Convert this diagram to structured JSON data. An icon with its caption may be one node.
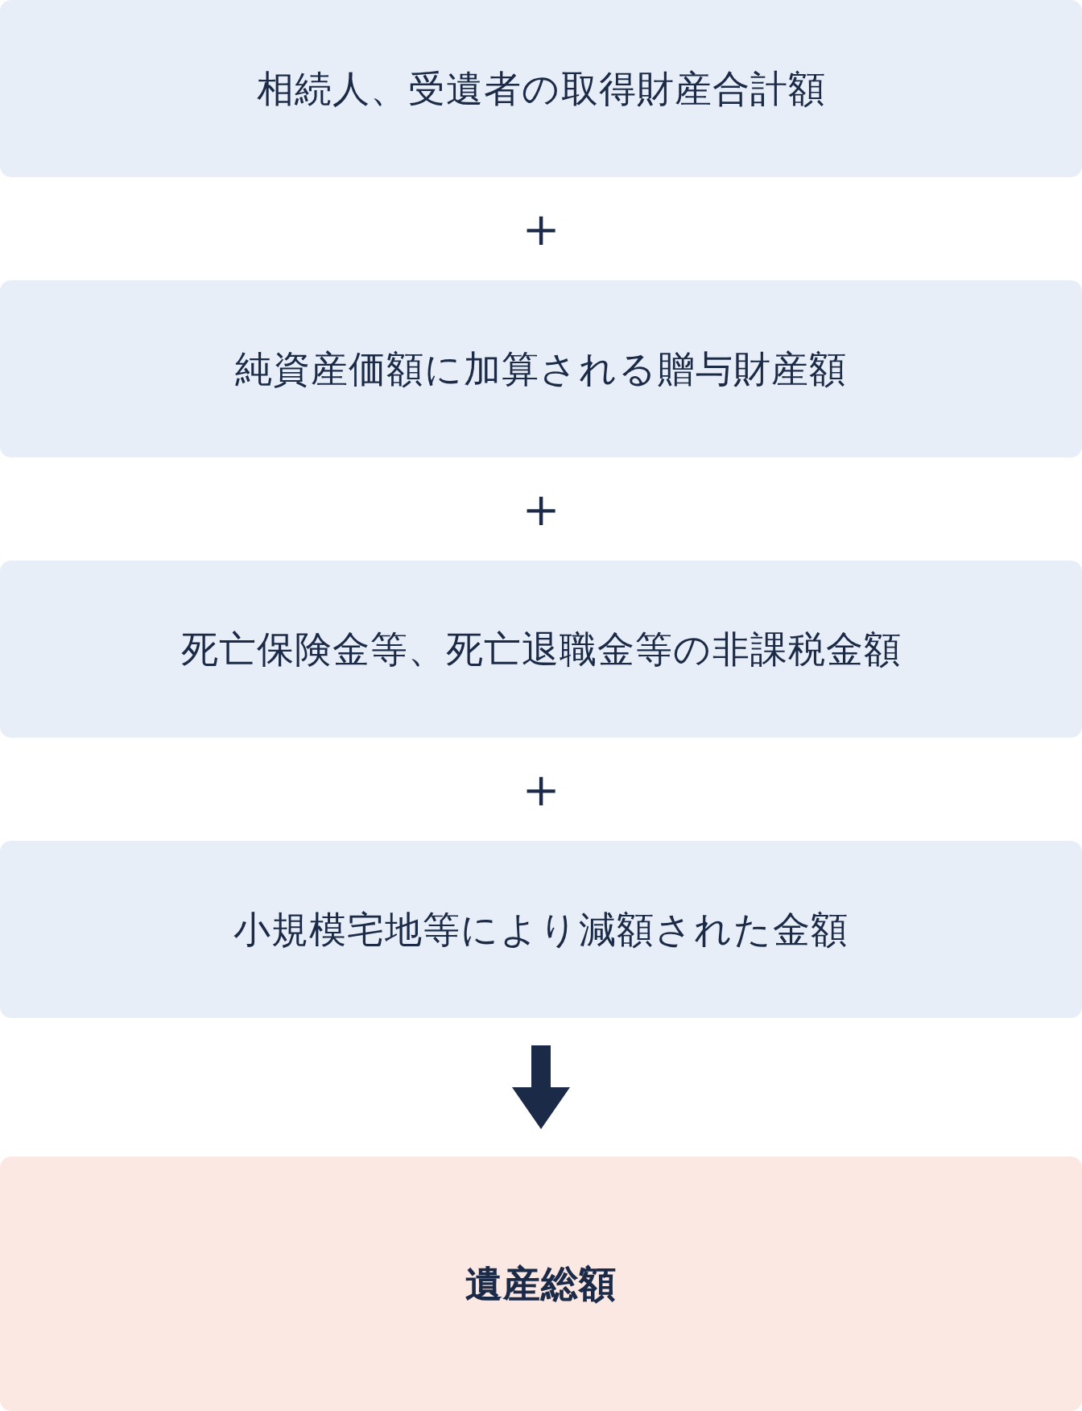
{
  "diagram": {
    "nodes": [
      {
        "text": [
          "相続人、受遺者の取得財産合計額"
        ]
      },
      {
        "text": [
          "純資産価額に加算される贈与財産額"
        ]
      },
      {
        "text": [
          "死亡保険金等、死亡退職金等の非課税金額"
        ]
      },
      {
        "text": [
          "小規模宅地等により減額された金額"
        ]
      },
      {
        "text": [
          "遺産総額"
        ]
      }
    ],
    "edges": [
      {
        "from": 3,
        "to": 4,
        "arrow": "to"
      }
    ],
    "labels": [
      "＋",
      "＋",
      "＋"
    ]
  }
}
